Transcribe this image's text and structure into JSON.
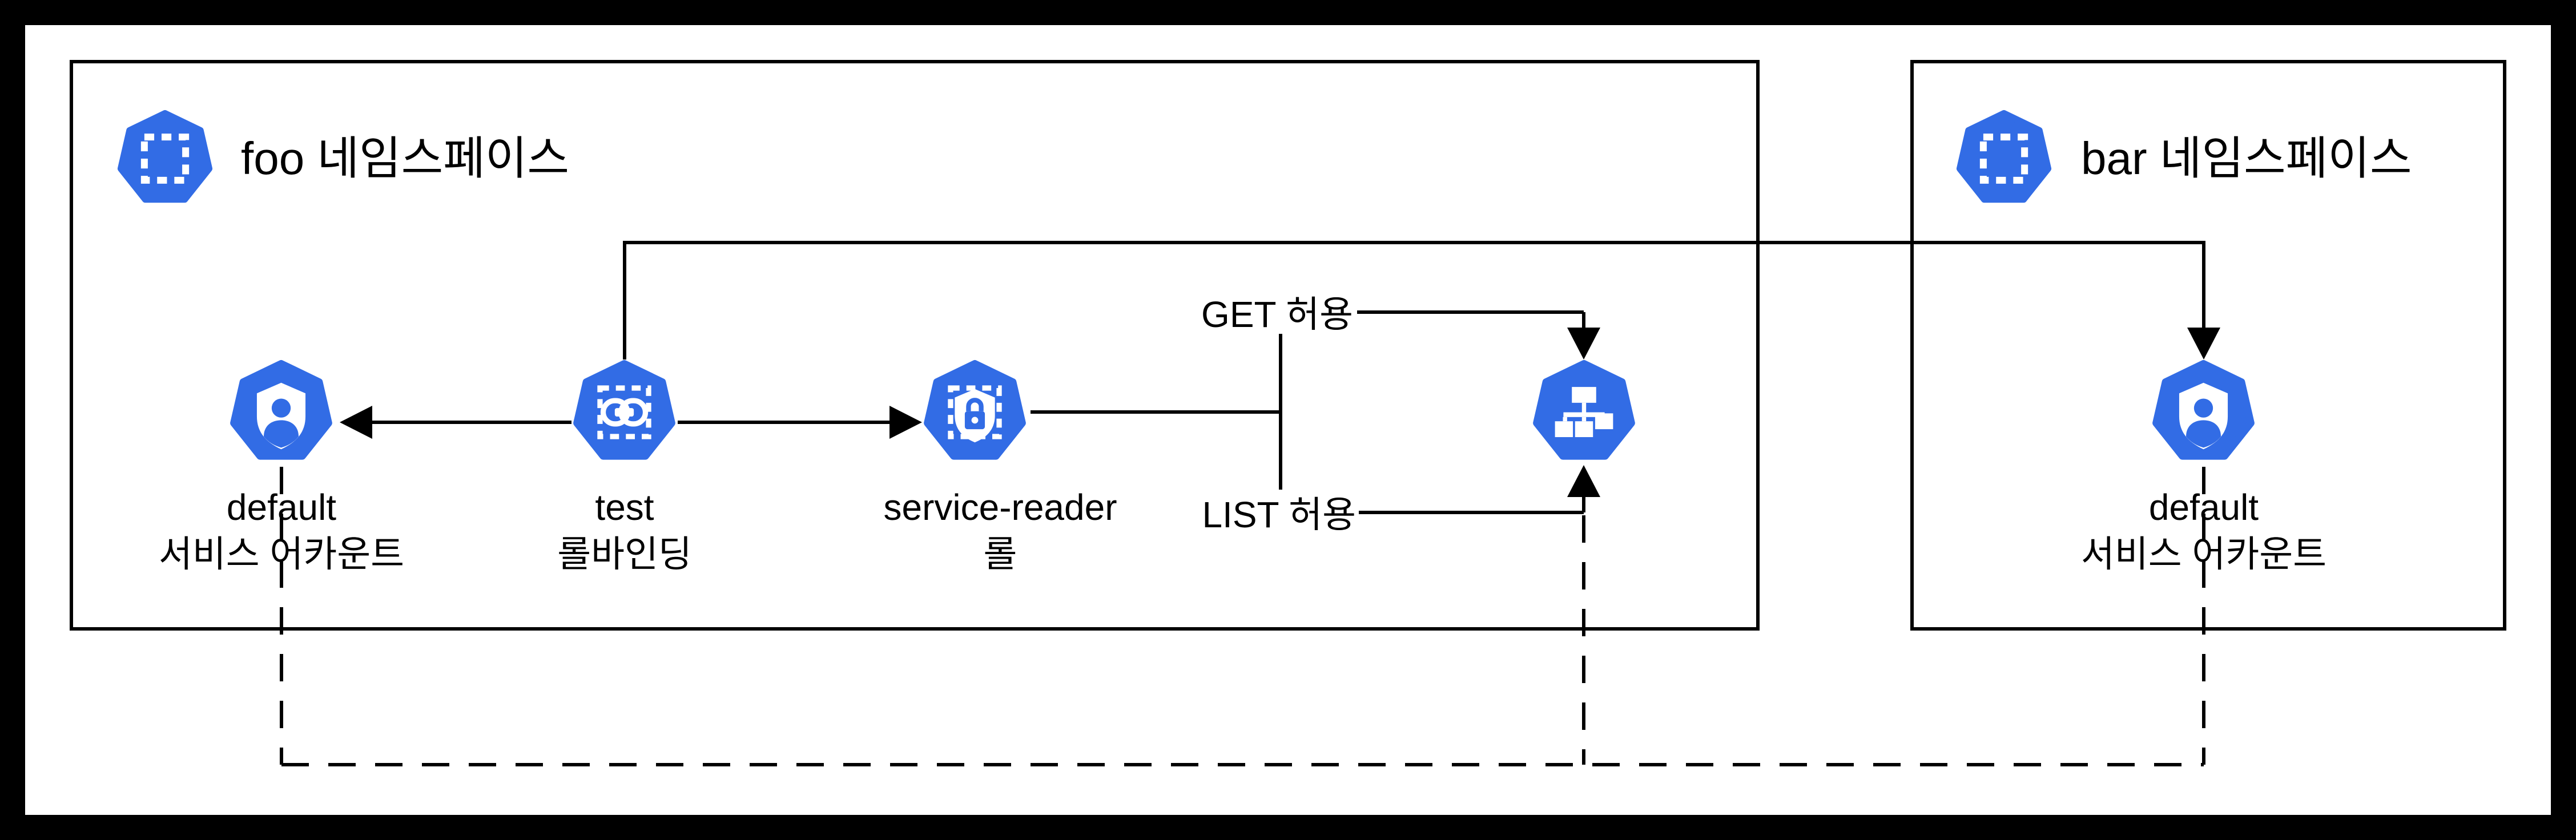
{
  "namespaces": {
    "foo": {
      "label": "foo 네임스페이스"
    },
    "bar": {
      "label": "bar 네임스페이스"
    }
  },
  "nodes": {
    "foo_service_account": {
      "name": "default",
      "type": "서비스 어카운트"
    },
    "rolebinding": {
      "name": "test",
      "type": "롤바인딩"
    },
    "role": {
      "name": "service-reader",
      "type": "롤"
    },
    "bar_service_account": {
      "name": "default",
      "type": "서비스 어카운트"
    }
  },
  "permissions": {
    "get": "GET 허용",
    "list": "LIST 허용"
  },
  "colors": {
    "kubernetes_blue": "#326CE5",
    "line": "#000000",
    "background": "#FFFFFF",
    "frame": "#000000"
  }
}
